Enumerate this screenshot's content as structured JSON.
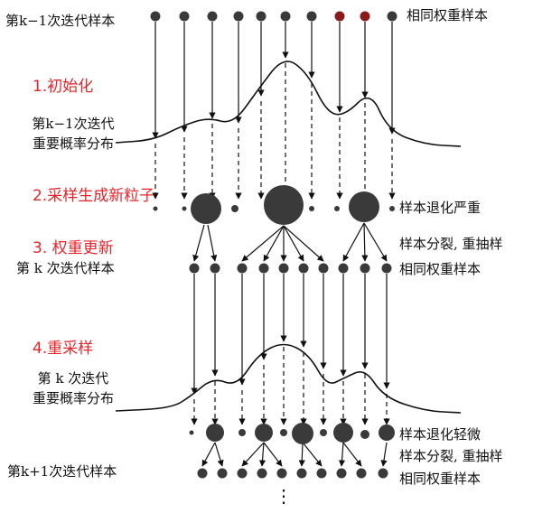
{
  "labels": {
    "row_k_minus_1": "第k−1次迭代样本",
    "same_weight_1": "相同权重样本",
    "dist_k_minus_1_line1": "第k−1次迭代",
    "dist_k_minus_1_line2": "重要概率分布",
    "degeneracy_severe": "样本退化严重",
    "split_resample_1": "样本分裂, 重抽样",
    "row_k": "第 k 次迭代样本",
    "same_weight_2": "相同权重样本",
    "dist_k_line1": "第 k 次迭代",
    "dist_k_line2": "重要概率分布",
    "degeneracy_slight": "样本退化轻微",
    "split_resample_2": "样本分裂, 重抽样",
    "row_k_plus_1": "第k+1次迭代样本",
    "same_weight_3": "相同权重样本",
    "ellipsis": "⋮"
  },
  "steps": {
    "step1": "1.初始化",
    "step2": "2.采样生成新粒子",
    "step3": "3. 权重更新",
    "step4": "4.重采样"
  },
  "colors": {
    "step_text": "#e8242a",
    "particle": "#3a3a3a",
    "particle_highlight": "#8b1a1a",
    "line": "#111111"
  }
}
